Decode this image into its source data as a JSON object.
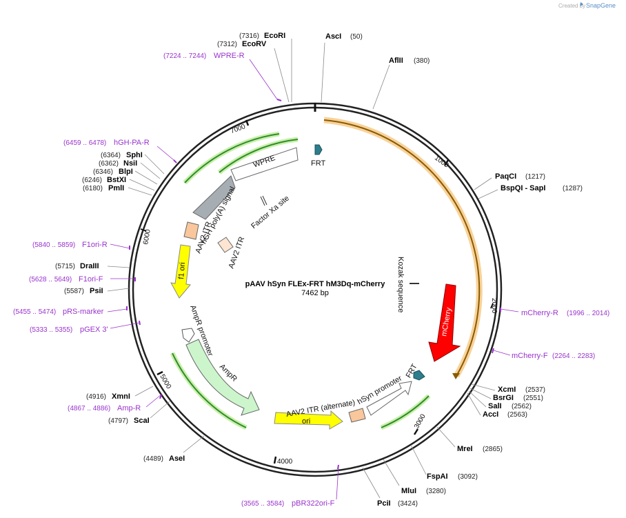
{
  "credit": {
    "text": "Created by",
    "brand": "SnapGene"
  },
  "plasmid": {
    "name": "pAAV hSyn FLEx-FRT hM3Dq-mCherry",
    "length": "7462 bp"
  },
  "ticks": [
    "1000",
    "2000",
    "3000",
    "4000",
    "5000",
    "6000",
    "7000"
  ],
  "colors": {
    "red": "#ff0000",
    "yellow": "#ffff00",
    "orange": "#f5b041",
    "gray": "#a6adb3",
    "teal": "#2e7d8c",
    "primer": "#9932cc",
    "green": "#2e8b2e"
  },
  "features": [
    "FRT",
    "WPRE",
    "hGH poly(A) signal",
    "Factor Xa site",
    "AAV2 ITR",
    "AAV2 ITR",
    "f1 ori",
    "AmpR promoter",
    "AmpR",
    "ori",
    "AAV2 ITR (alternate)",
    "hSyn promoter",
    "FRT",
    "Kozak sequence",
    "mCherry"
  ],
  "sites": [
    {
      "num": "(7316)",
      "name": "EcoRI"
    },
    {
      "num": "(7312)",
      "name": "EcoRV"
    },
    {
      "num": "(50)",
      "name": "AscI"
    },
    {
      "num": "(380)",
      "name": "AflII"
    },
    {
      "num": "(1217)",
      "name": "PaqCI"
    },
    {
      "num": "(1287)",
      "name": "BspQI  - SapI"
    },
    {
      "num": "(2537)",
      "name": "XcmI"
    },
    {
      "num": "(2551)",
      "name": "BsrGI"
    },
    {
      "num": "(2562)",
      "name": "SalI"
    },
    {
      "num": "(2563)",
      "name": "AccI"
    },
    {
      "num": "(2865)",
      "name": "MreI"
    },
    {
      "num": "(3092)",
      "name": "FspAI"
    },
    {
      "num": "(3280)",
      "name": "MluI"
    },
    {
      "num": "(3424)",
      "name": "PciI"
    },
    {
      "num": "(4489)",
      "name": "AseI"
    },
    {
      "num": "(4797)",
      "name": "ScaI"
    },
    {
      "num": "(4916)",
      "name": "XmnI"
    },
    {
      "num": "(5587)",
      "name": "PsiI"
    },
    {
      "num": "(5715)",
      "name": "DraIII"
    },
    {
      "num": "(6180)",
      "name": "PmlI"
    },
    {
      "num": "(6246)",
      "name": "BstXI"
    },
    {
      "num": "(6346)",
      "name": "BlpI"
    },
    {
      "num": "(6362)",
      "name": "NsiI"
    },
    {
      "num": "(6364)",
      "name": "SphI"
    }
  ],
  "primers": [
    {
      "range": "(7224 .. 7244)",
      "name": "WPRE-R"
    },
    {
      "range": "(6459 .. 6478)",
      "name": "hGH-PA-R"
    },
    {
      "range": "(5840 .. 5859)",
      "name": "F1ori-R"
    },
    {
      "range": "(5628 .. 5649)",
      "name": "F1ori-F"
    },
    {
      "range": "(5455 .. 5474)",
      "name": "pRS-marker"
    },
    {
      "range": "(5333 .. 5355)",
      "name": "pGEX 3'"
    },
    {
      "range": "(1996 .. 2014)",
      "name": "mCherry-R"
    },
    {
      "range": "(2264 .. 2283)",
      "name": "mCherry-F"
    },
    {
      "range": "(4867 .. 4886)",
      "name": "Amp-R"
    },
    {
      "range": "(3565 .. 3584)",
      "name": "pBR322ori-F"
    }
  ]
}
